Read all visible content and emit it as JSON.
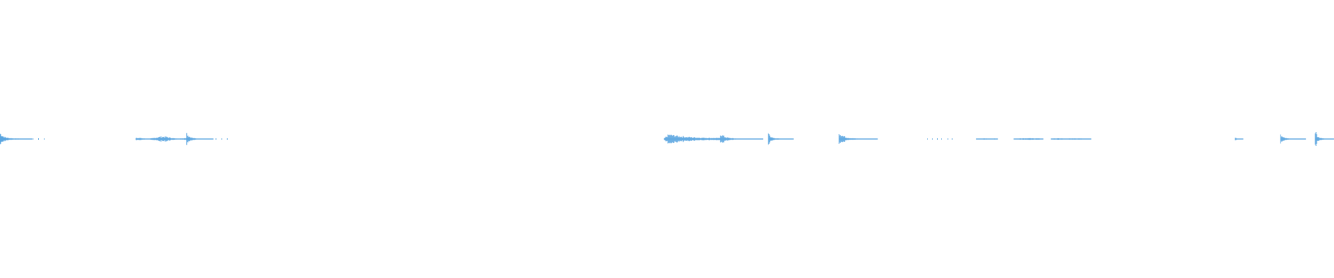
{
  "waveform": {
    "color": "#5aa5e0",
    "background": "#ffffff",
    "duration_fraction_segments": [
      {
        "start": 0.0,
        "end": 0.024,
        "peak": 0.046,
        "body": 0.014,
        "decay": "fast"
      },
      {
        "start": 0.025,
        "end": 0.033,
        "peak": 0.006,
        "body": 0.004,
        "decay": "dots"
      },
      {
        "start": 0.102,
        "end": 0.143,
        "peak": 0.03,
        "body": 0.012,
        "decay": "flat"
      },
      {
        "start": 0.14,
        "end": 0.16,
        "peak": 0.05,
        "body": 0.008,
        "decay": "fast"
      },
      {
        "start": 0.162,
        "end": 0.17,
        "peak": 0.006,
        "body": 0.004,
        "decay": "dots"
      },
      {
        "start": 0.498,
        "end": 0.54,
        "peak": 0.042,
        "body": 0.02,
        "decay": "slow"
      },
      {
        "start": 0.54,
        "end": 0.572,
        "peak": 0.044,
        "body": 0.008,
        "decay": "fast"
      },
      {
        "start": 0.576,
        "end": 0.595,
        "peak": 0.05,
        "body": 0.008,
        "decay": "fast"
      },
      {
        "start": 0.629,
        "end": 0.658,
        "peak": 0.054,
        "body": 0.012,
        "decay": "fast"
      },
      {
        "start": 0.695,
        "end": 0.714,
        "peak": 0.005,
        "body": 0.003,
        "decay": "dots"
      },
      {
        "start": 0.732,
        "end": 0.748,
        "peak": 0.008,
        "body": 0.004,
        "decay": "flat"
      },
      {
        "start": 0.76,
        "end": 0.782,
        "peak": 0.018,
        "body": 0.005,
        "decay": "flat"
      },
      {
        "start": 0.788,
        "end": 0.818,
        "peak": 0.01,
        "body": 0.005,
        "decay": "flat"
      },
      {
        "start": 0.926,
        "end": 0.932,
        "peak": 0.014,
        "body": 0.004,
        "decay": "fast"
      },
      {
        "start": 0.96,
        "end": 0.979,
        "peak": 0.032,
        "body": 0.006,
        "decay": "fast"
      },
      {
        "start": 0.986,
        "end": 1.0,
        "peak": 0.07,
        "body": 0.012,
        "decay": "fast"
      }
    ]
  }
}
